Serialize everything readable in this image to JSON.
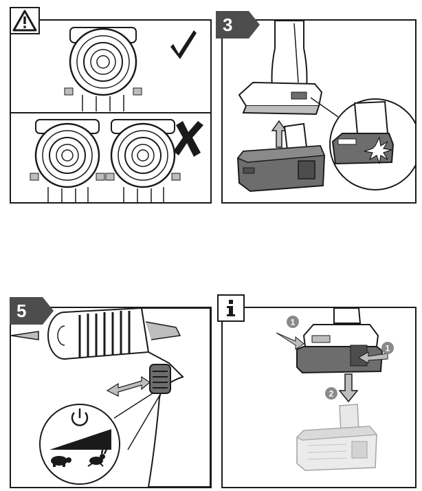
{
  "panels": {
    "warning": {
      "icon": "warning-triangle-icon",
      "mark_ok": "checkmark-icon",
      "mark_bad": "cross-icon"
    },
    "step3": {
      "label": "3"
    },
    "step5": {
      "label": "5"
    },
    "info": {
      "icon": "info-icon",
      "callouts": [
        "1",
        "1",
        "2"
      ]
    }
  },
  "colors": {
    "badge": "#4d4d4d",
    "line": "#1a1a1a",
    "shade": "#bdbdbd",
    "battery": "#6d6d6d"
  }
}
